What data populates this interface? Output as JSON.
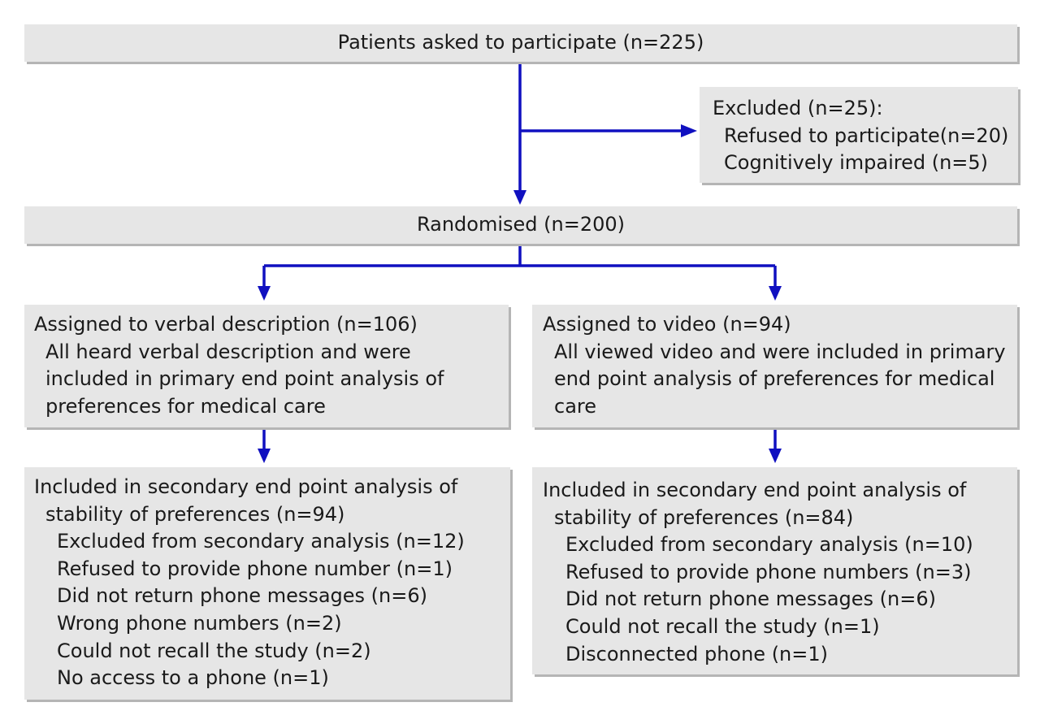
{
  "enrolment": {
    "label": "Patients asked to participate (n=225)"
  },
  "excluded": {
    "title": "Excluded (n=25):",
    "items": [
      "Refused to participate(n=20)",
      "Cognitively impaired (n=5)"
    ]
  },
  "randomised": {
    "label": "Randomised (n=200)"
  },
  "verbal_arm": {
    "title": "Assigned to verbal description (n=106)",
    "lines": [
      "All heard verbal description and were",
      "included in primary end point analysis of",
      "preferences for medical care"
    ]
  },
  "video_arm": {
    "title": "Assigned to video (n=94)",
    "lines": [
      "All viewed video and were included in primary",
      "end point analysis of preferences for medical",
      "care"
    ]
  },
  "verbal_followup": {
    "title": "Included in secondary end point analysis of",
    "subtitle": "stability of preferences (n=94)",
    "items": [
      "Excluded from secondary analysis (n=12)",
      "Refused to provide phone number (n=1)",
      "Did not return phone messages (n=6)",
      "Wrong phone numbers (n=2)",
      "Could not recall the study (n=2)",
      "No access to a phone (n=1)"
    ]
  },
  "video_followup": {
    "title": "Included in secondary end point analysis of",
    "subtitle": "stability of preferences (n=84)",
    "items": [
      "Excluded from secondary analysis (n=10)",
      "Refused to provide phone numbers (n=3)",
      "Did not return phone messages (n=6)",
      "Could not recall the study (n=1)",
      "Disconnected phone (n=1)"
    ]
  },
  "colors": {
    "box_fill": "#e6e6e6",
    "box_shadow": "#b5b5b5",
    "connector": "#1010c0"
  }
}
